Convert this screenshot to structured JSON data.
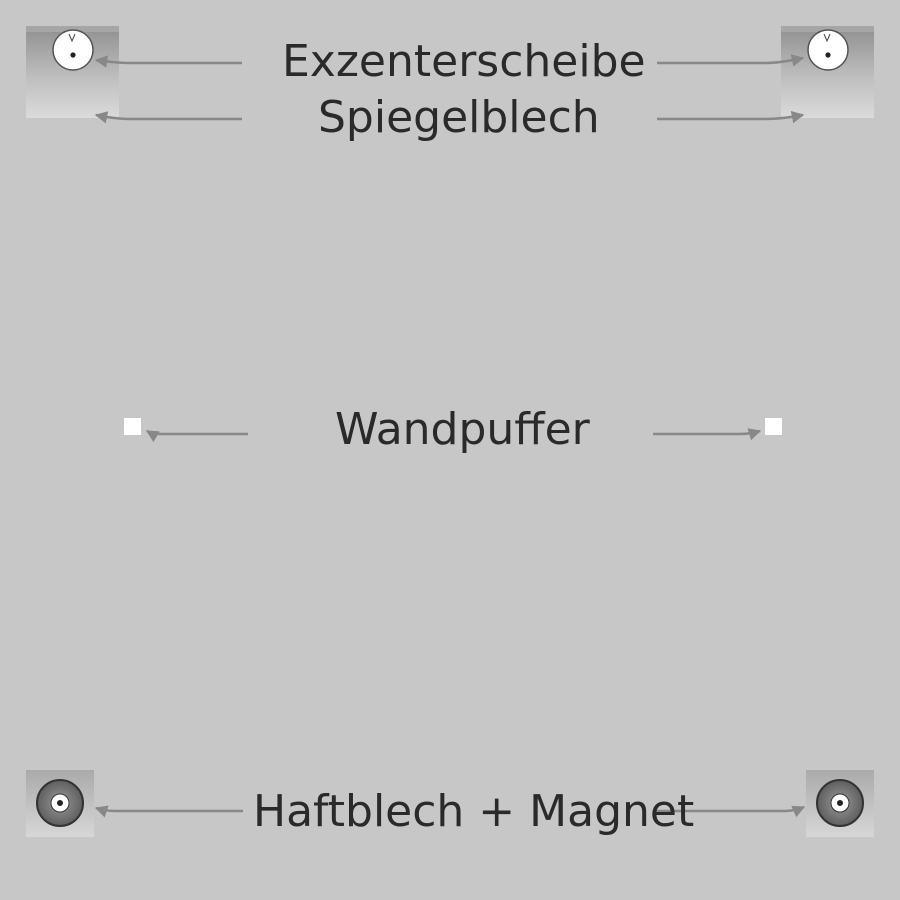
{
  "labels": {
    "eccentric": "Exzenterscheibe",
    "mirror_plate": "Spiegelblech",
    "wall_buffer": "Wandpuffer",
    "adhesive_magnet": "Haftblech + Magnet"
  },
  "colors": {
    "background": "#c6c7c6",
    "arrow": "#888888",
    "text": "#2a2a2a",
    "buffer": "#ffffff"
  },
  "icons": {
    "eccentric": "eccentric-disc-icon",
    "mirror_plate": "mirror-plate-icon",
    "wall_buffer": "wall-buffer-icon",
    "magnet": "magnet-icon"
  }
}
